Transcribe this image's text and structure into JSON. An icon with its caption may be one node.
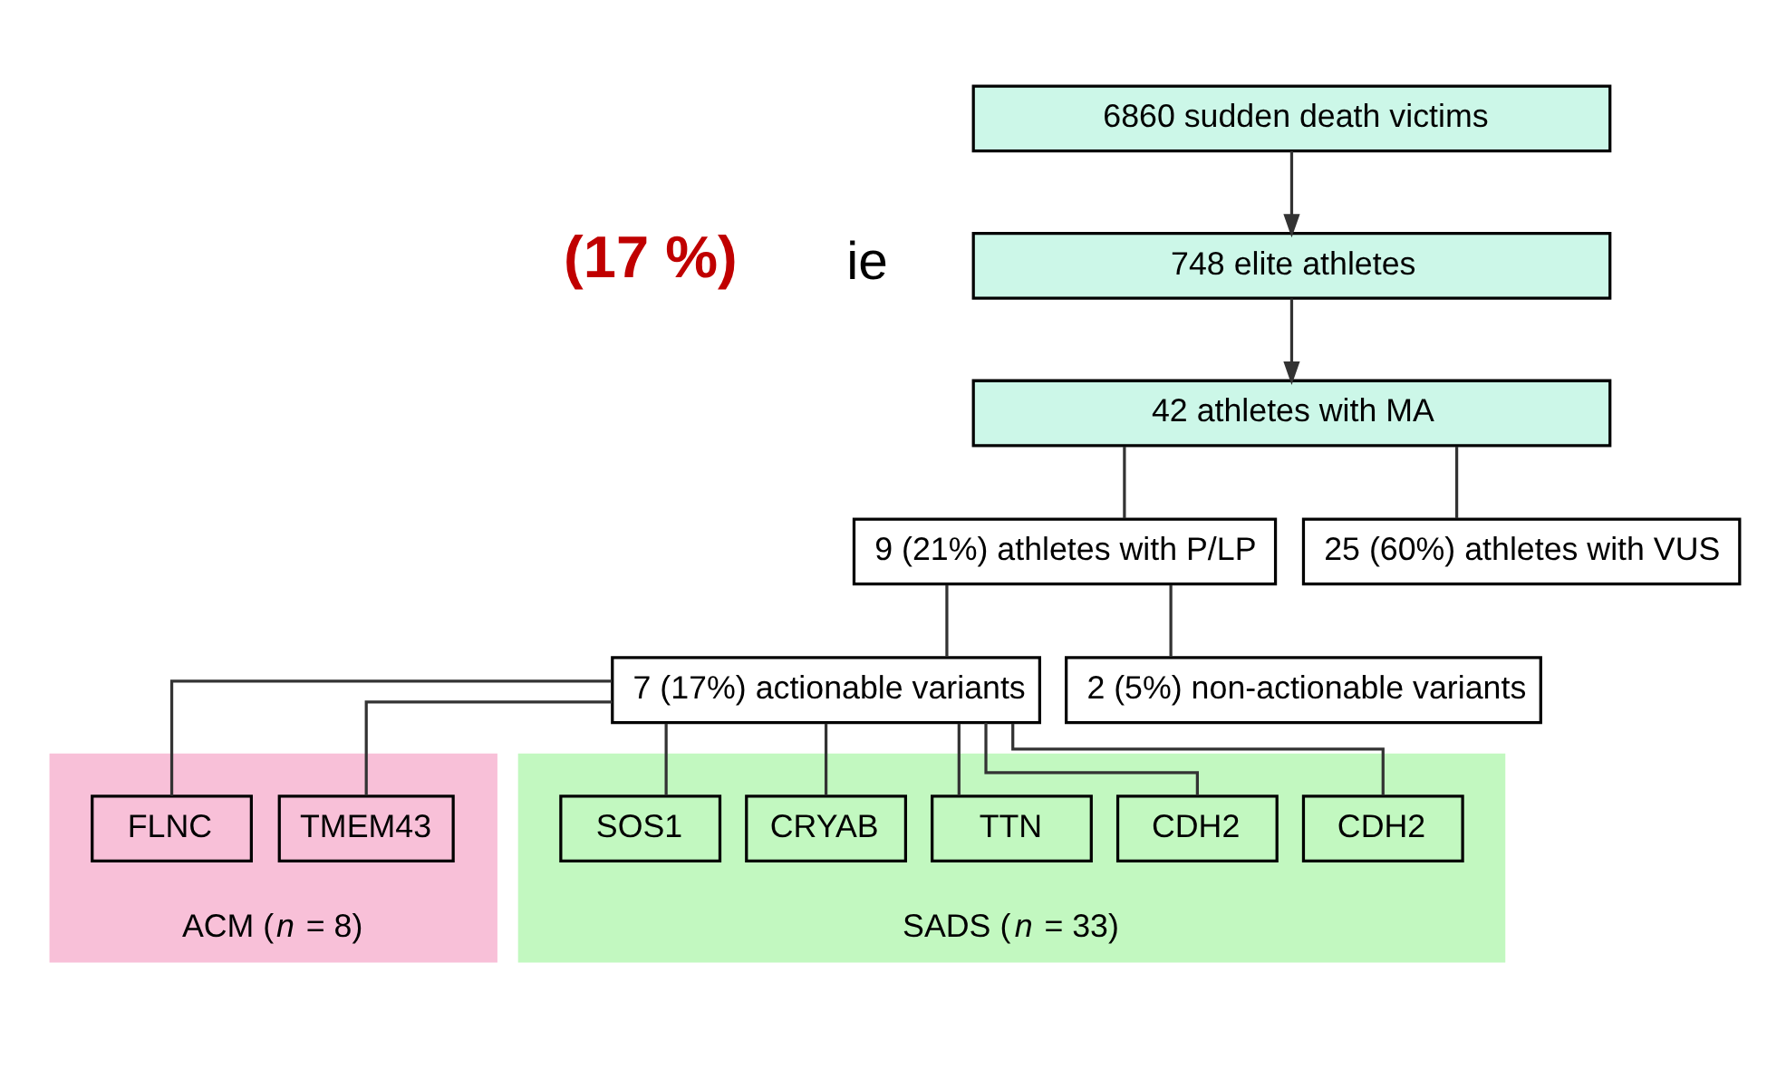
{
  "diagram": {
    "nodes": [
      {
        "text": [
          "6860 sudden death victims"
        ]
      },
      {
        "text": [
          "748 elite athletes"
        ]
      },
      {
        "text": [
          "42 athletes with MA"
        ]
      },
      {
        "text": [
          "9 (21%) athletes with P/LP"
        ]
      },
      {
        "text": [
          "25 (60%) athletes with VUS"
        ]
      },
      {
        "text": [
          "7 (17%) actionable variants"
        ]
      },
      {
        "text": [
          "2 (5%) non-actionable variants"
        ]
      },
      {
        "text": [
          "ACM (*n* = 8)"
        ]
      },
      {
        "text": [
          "TMEM43"
        ],
        "in": 7
      },
      {
        "text": [
          "FLNC"
        ],
        "in": 7
      },
      {
        "text": [
          "SADS (*n* = 33)"
        ]
      },
      {
        "text": [
          "CDH2"
        ],
        "in": 10
      },
      {
        "text": [
          "CDH2"
        ],
        "in": 10
      },
      {
        "text": [
          "TTN"
        ],
        "in": 10
      },
      {
        "text": [
          "CRYAB"
        ],
        "in": 10
      },
      {
        "text": [
          "SOS1"
        ],
        "in": 10
      }
    ],
    "edges": [
      {
        "from": 0,
        "to": 1,
        "arrow": "to"
      },
      {
        "from": 1,
        "to": 2,
        "arrow": "to"
      },
      {
        "from": 2,
        "to": 3,
        "arrow": "none"
      },
      {
        "from": 2,
        "to": 4,
        "arrow": "none"
      },
      {
        "from": 3,
        "to": 5,
        "arrow": "none"
      },
      {
        "from": 3,
        "to": 6,
        "arrow": "none"
      },
      {
        "from": 5,
        "to": 8,
        "arrow": "none"
      },
      {
        "from": 5,
        "to": 9,
        "arrow": "none"
      },
      {
        "from": 5,
        "to": 11,
        "arrow": "none"
      },
      {
        "from": 5,
        "to": 12,
        "arrow": "none"
      },
      {
        "from": 5,
        "to": 13,
        "arrow": "none"
      },
      {
        "from": 5,
        "to": 14,
        "arrow": "none"
      },
      {
        "from": 5,
        "to": 15,
        "arrow": "none"
      }
    ],
    "labels": [
      "(17 %)",
      "ie"
    ]
  }
}
